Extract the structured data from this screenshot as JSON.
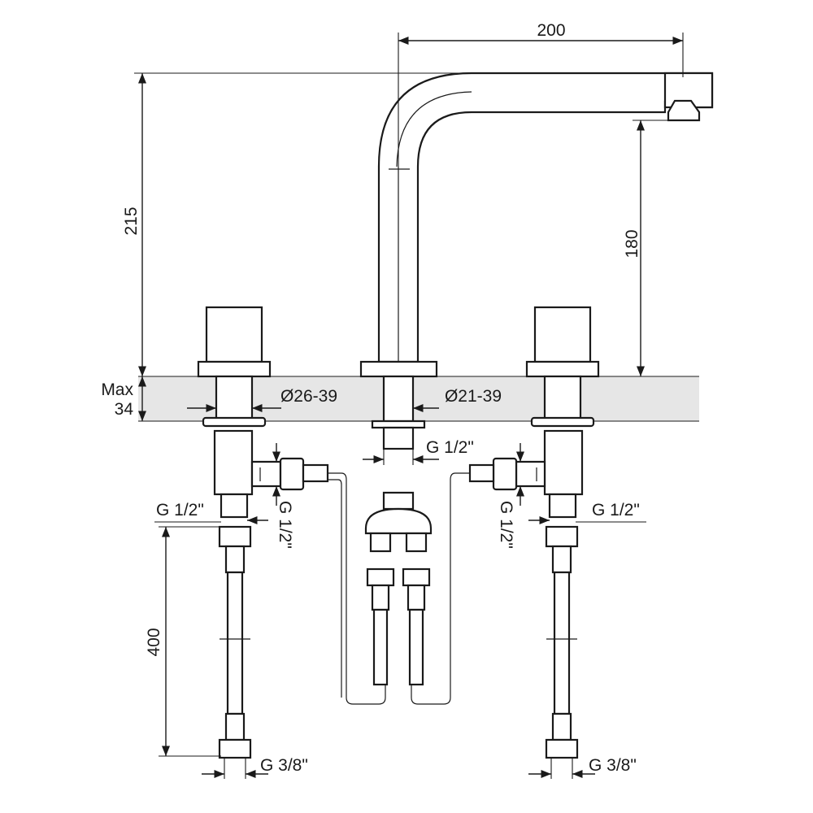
{
  "dimensions": {
    "spout_reach": "200",
    "total_height": "215",
    "outlet_height": "180",
    "max_label_1": "Max",
    "max_label_2": "34",
    "hole_left": "Ø26-39",
    "hole_right": "Ø21-39",
    "center_thread": "G 1/2\"",
    "left_thread_horizontal": "G 1/2\"",
    "left_thread_vertical": "G 1/2\"",
    "right_thread_vertical": "G 1/2\"",
    "right_thread_horizontal": "G 1/2\"",
    "hose_length": "400",
    "left_bottom_thread": "G 3/8\"",
    "right_bottom_thread": "G 3/8\""
  },
  "colors": {
    "line": "#1a1a1a",
    "countertop_band": "#e6e6e6"
  }
}
